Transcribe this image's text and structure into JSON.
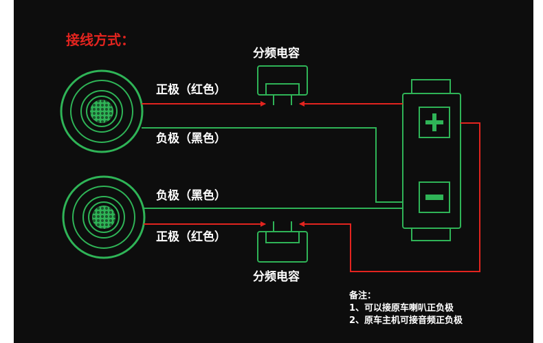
{
  "title": "接线方式：",
  "labels": {
    "capacitor_top": "分频电容",
    "capacitor_bottom": "分频电容",
    "speaker1_positive": "正极（红色）",
    "speaker1_negative": "负极（黑色）",
    "speaker2_negative": "负极（黑色）",
    "speaker2_positive": "正极（红色）"
  },
  "battery": {
    "plus_symbol": "+",
    "minus_symbol": "−"
  },
  "notes": {
    "heading": "备注：",
    "line1": "1、可以接原车喇叭正负极",
    "line2": "2、原车主机可接音频正负极"
  },
  "colors": {
    "background": "#0d0d0d",
    "green": "#2fb457",
    "red": "#e3241f",
    "text": "#ffffff"
  }
}
